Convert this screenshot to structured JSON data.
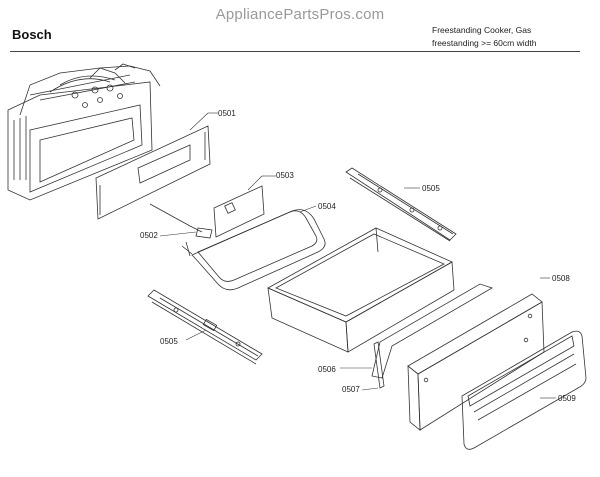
{
  "watermark": "AppliancePartsPros.com",
  "header": {
    "brand": "Bosch",
    "description_line1": "Freestanding Cooker, Gas",
    "description_line2": "freestanding >= 60cm width"
  },
  "parts": [
    {
      "id": "p0501",
      "label": "0501"
    },
    {
      "id": "p0502",
      "label": "0502"
    },
    {
      "id": "p0503",
      "label": "0503"
    },
    {
      "id": "p0504",
      "label": "0504"
    },
    {
      "id": "p0505a",
      "label": "0505"
    },
    {
      "id": "p0505b",
      "label": "0505"
    },
    {
      "id": "p0506",
      "label": "0506"
    },
    {
      "id": "p0507",
      "label": "0507"
    },
    {
      "id": "p0508",
      "label": "0508"
    },
    {
      "id": "p0509",
      "label": "0509"
    }
  ],
  "colors": {
    "line": "#333333",
    "watermark": "#9a9a9a"
  }
}
